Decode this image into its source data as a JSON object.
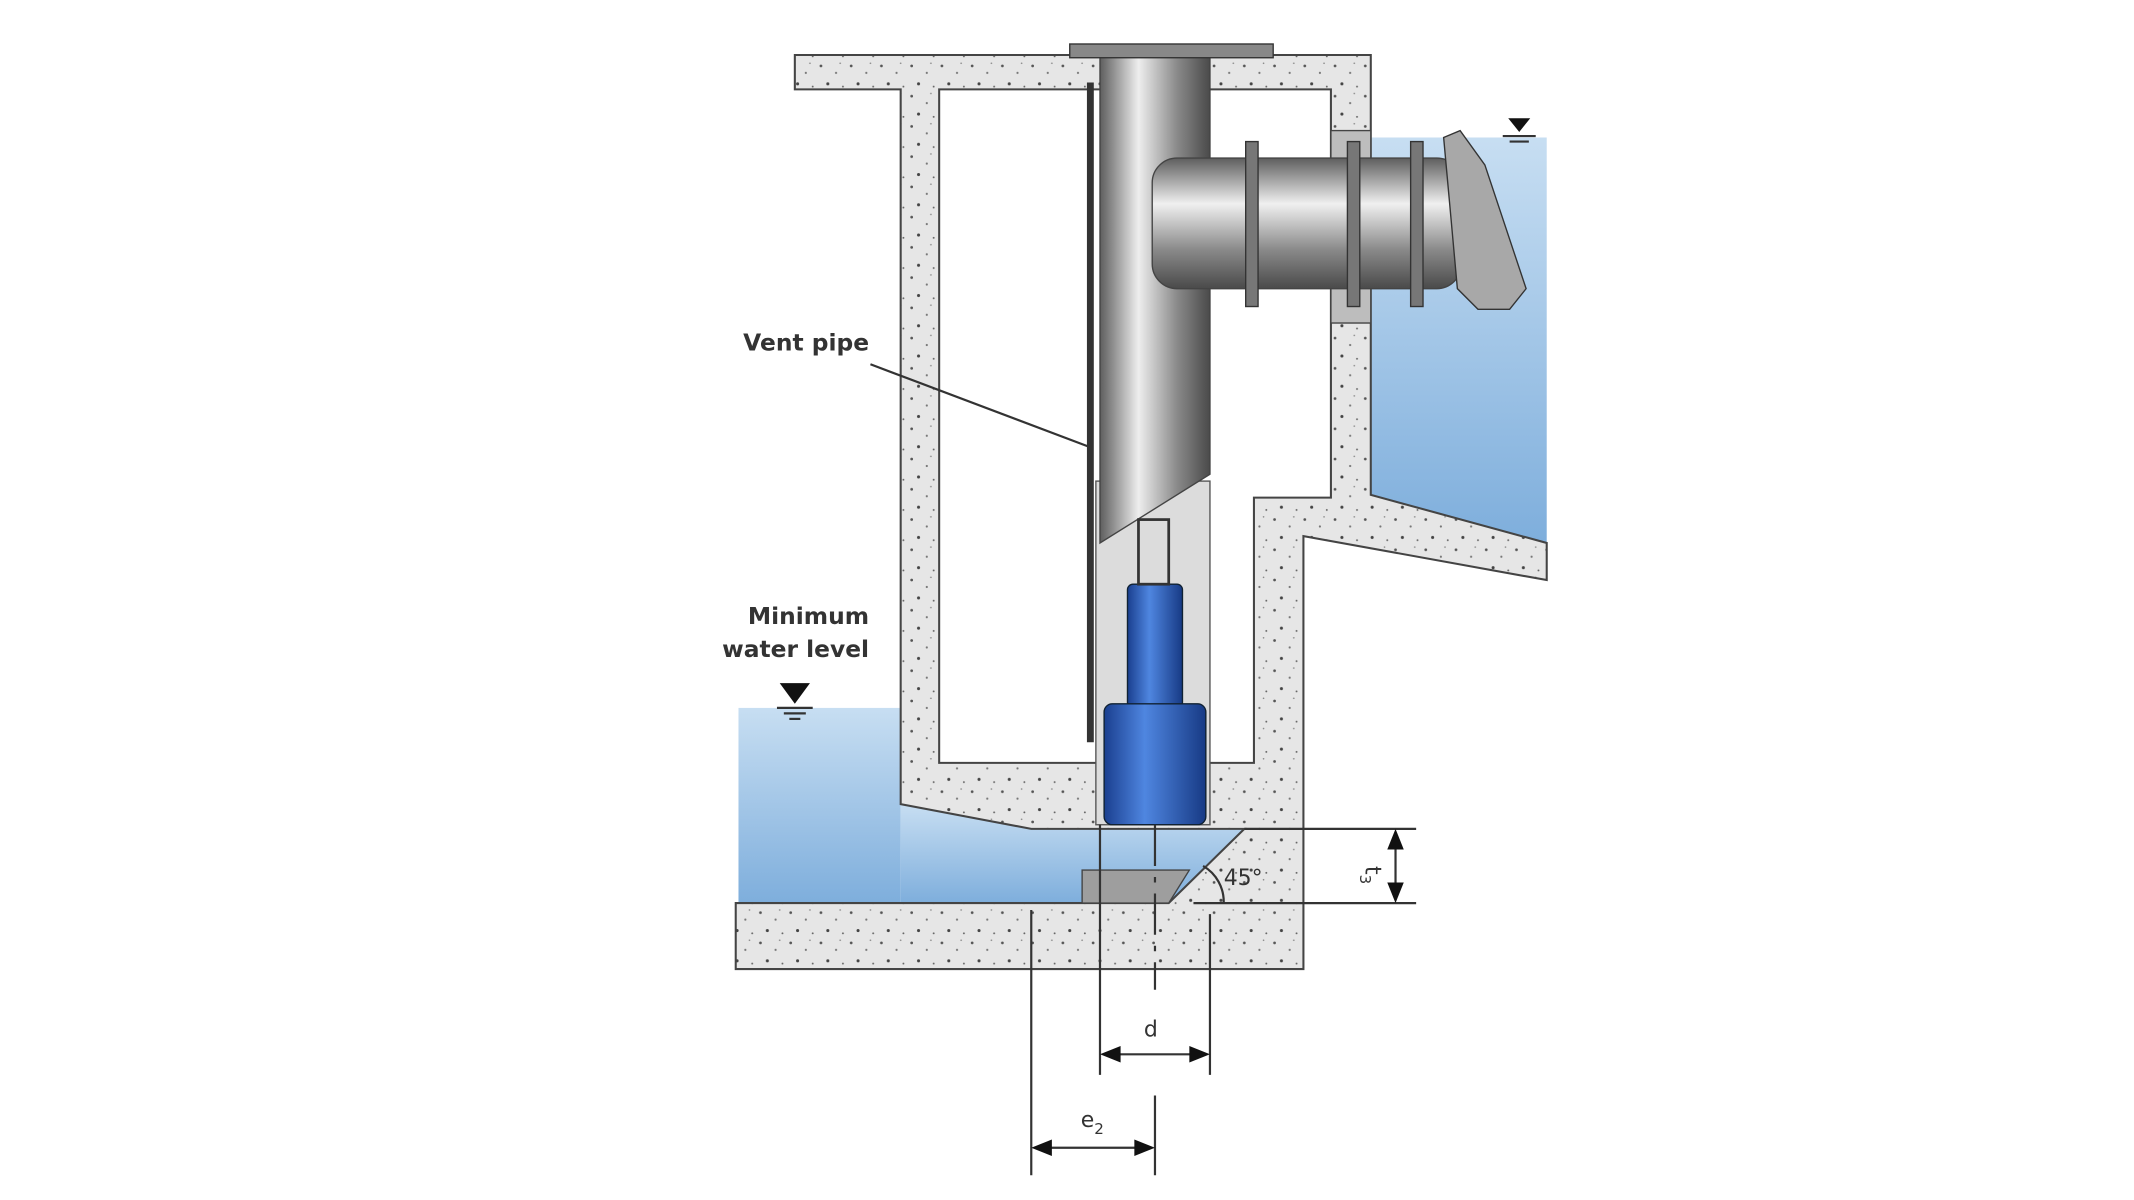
{
  "diagram": {
    "labels": {
      "vent_pipe": "Vent pipe",
      "min_water_level_line1": "Minimum",
      "min_water_level_line2": "water level"
    },
    "dimensions": {
      "t3": "t",
      "t3_sub": "3",
      "angle": "45°",
      "d": "d",
      "e2": "e",
      "e2_sub": "2"
    },
    "colors": {
      "water": "#9cc3e6",
      "concrete": "#e4e4e4",
      "pipe": "#9a9a9a",
      "pump": "#2a5bb8"
    }
  }
}
